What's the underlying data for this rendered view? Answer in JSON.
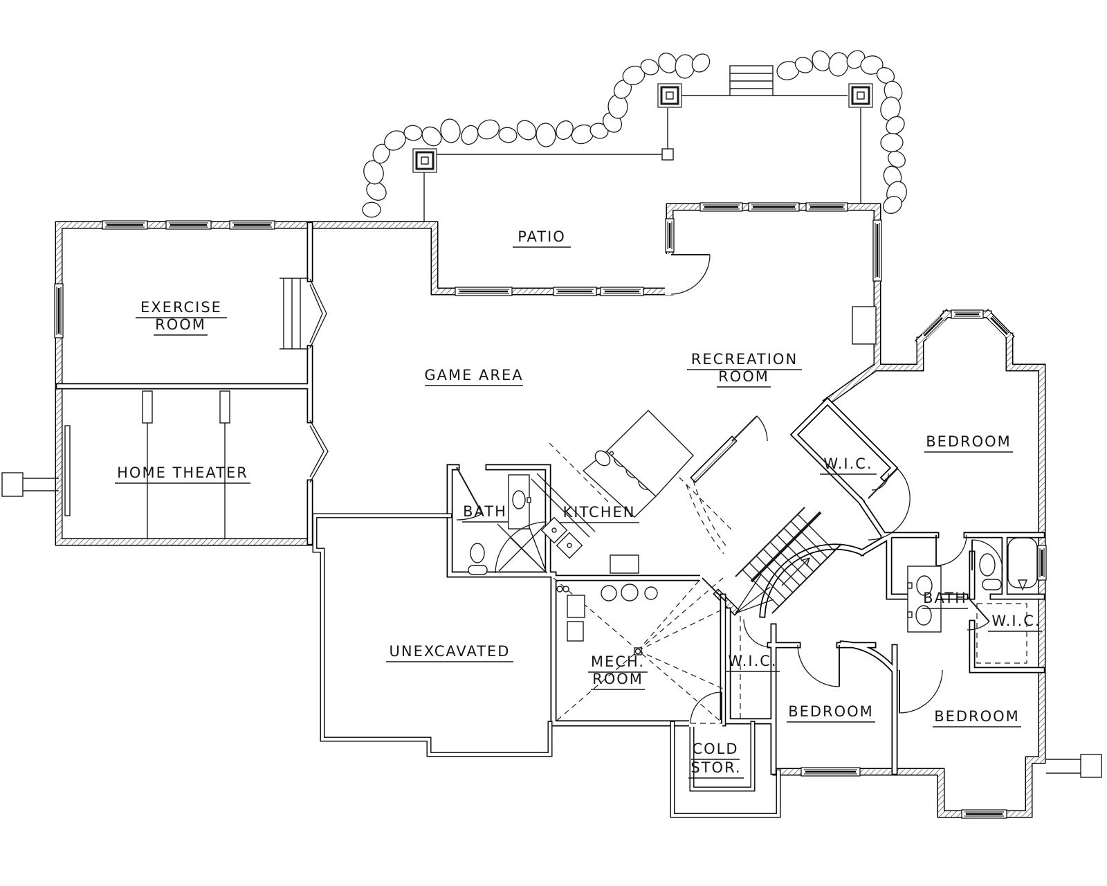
{
  "colors": {
    "line": "#161616",
    "background": "#ffffff"
  },
  "rooms": {
    "patio": {
      "label": "PATIO"
    },
    "exercise": {
      "line1": "EXERCISE",
      "line2": "ROOM"
    },
    "game": {
      "label": "GAME AREA"
    },
    "recreation": {
      "line1": "RECREATION",
      "line2": "ROOM"
    },
    "home_theater": {
      "label": "HOME THEATER"
    },
    "bath_main": {
      "label": "BATH"
    },
    "kitchen": {
      "label": "KITCHEN"
    },
    "wic_upper": {
      "label": "W.I.C."
    },
    "bedroom_ne": {
      "label": "BEDROOM"
    },
    "unexcavated": {
      "label": "UNEXCAVATED"
    },
    "mech": {
      "line1": "MECH.",
      "line2": "ROOM"
    },
    "wic_middle": {
      "label": "W.I.C."
    },
    "bath_ensuite": {
      "label": "BATH"
    },
    "wic_right": {
      "label": "W.I.C."
    },
    "bedroom_s": {
      "label": "BEDROOM"
    },
    "bedroom_se": {
      "label": "BEDROOM"
    },
    "cold": {
      "line1": "COLD",
      "line2": "STOR."
    }
  }
}
